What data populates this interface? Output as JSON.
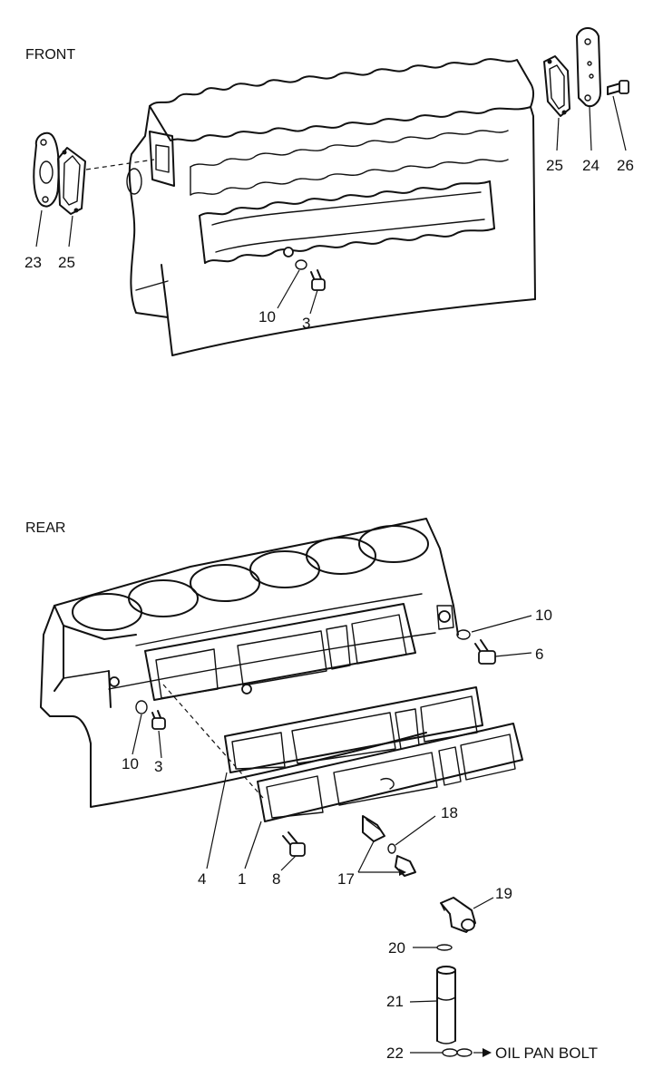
{
  "views": {
    "front": {
      "title": "FRONT"
    },
    "rear": {
      "title": "REAR"
    }
  },
  "callouts": {
    "front_23": "23",
    "front_25_left": "25",
    "front_10": "10",
    "front_3": "3",
    "front_25_right": "25",
    "front_24": "24",
    "front_26": "26",
    "rear_10_right": "10",
    "rear_6": "6",
    "rear_10_left": "10",
    "rear_3": "3",
    "rear_4": "4",
    "rear_1": "1",
    "rear_8": "8",
    "rear_17": "17",
    "rear_18": "18",
    "rear_19": "19",
    "rear_20": "20",
    "rear_21": "21",
    "rear_22": "22"
  },
  "note": "OIL PAN BOLT"
}
